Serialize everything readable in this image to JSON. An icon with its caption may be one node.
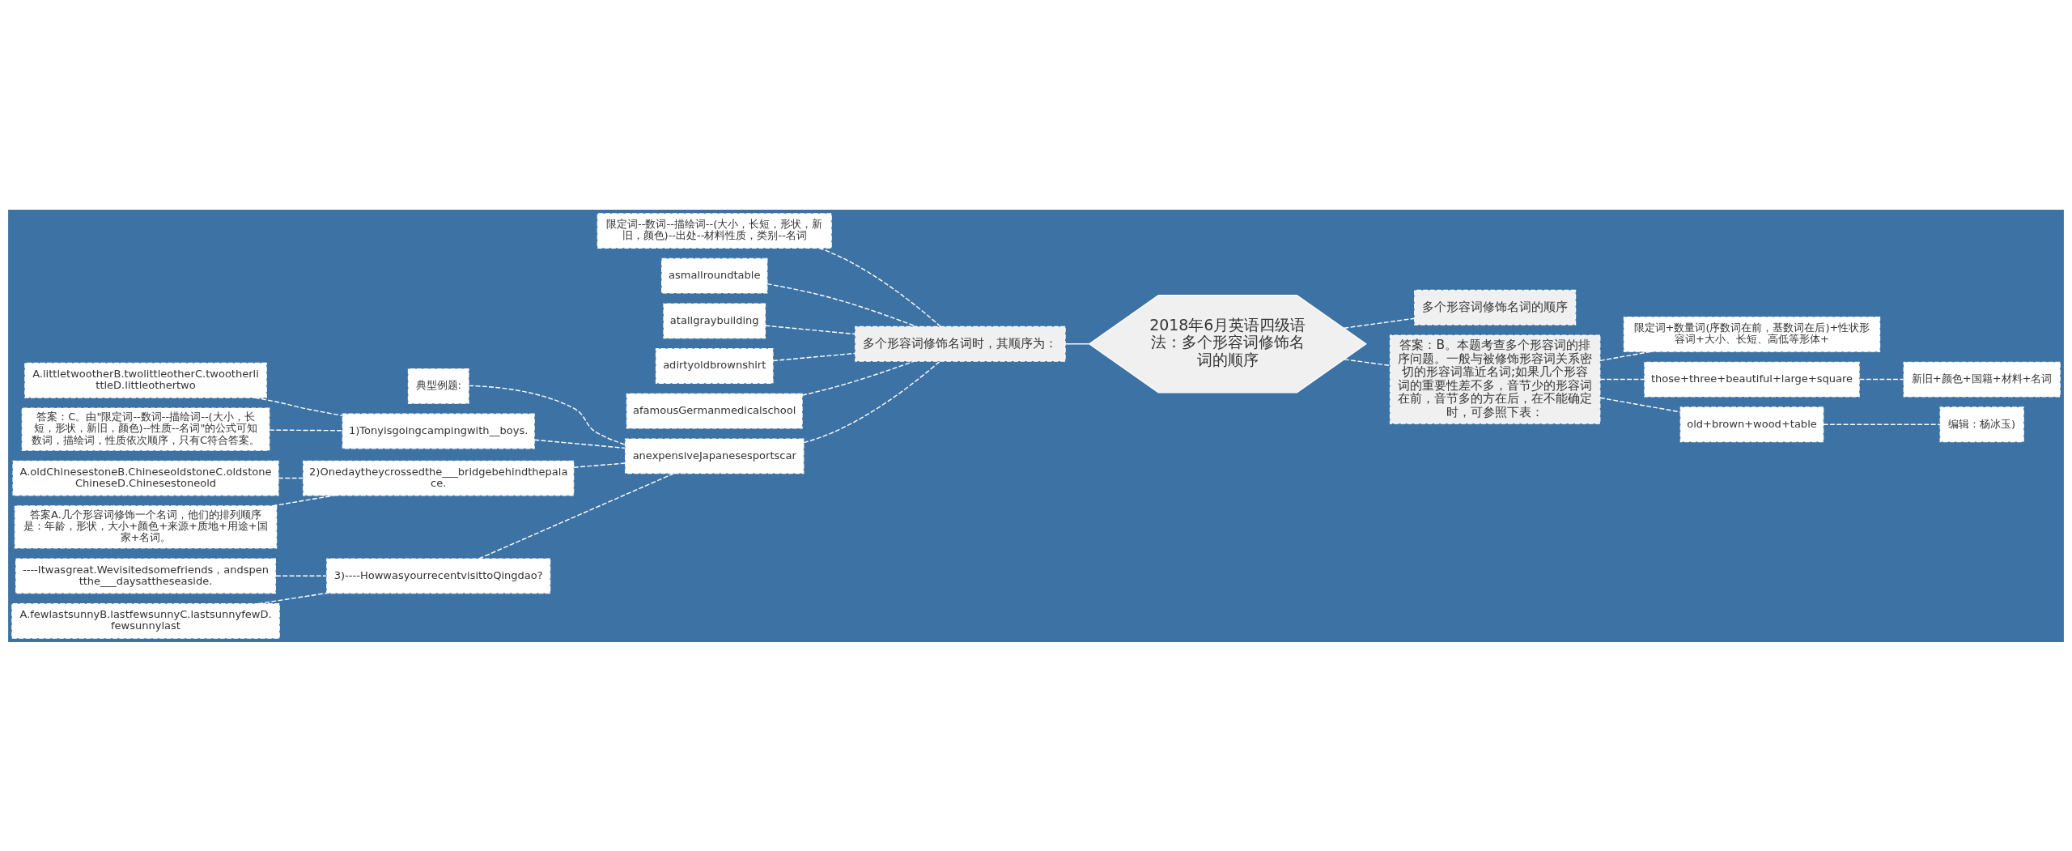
{
  "diagram": {
    "nodes": [
      {
        "text": [
          "2018年6月英语四级语法：多个形容词修饰名词的顺序"
        ]
      },
      {
        "text": [
          "多个形容词修饰名词时，其顺序为："
        ]
      },
      {
        "text": [
          "限定词--数词--描绘词--(大小，长短，形状，新旧，颜色)--出处--材料性质，类别--名词"
        ]
      },
      {
        "text": [
          "asmallroundtable"
        ]
      },
      {
        "text": [
          "atallgraybuilding"
        ]
      },
      {
        "text": [
          "adirtyoldbrownshirt"
        ]
      },
      {
        "text": [
          "afamousGermanmedicalschool"
        ]
      },
      {
        "text": [
          "anexpensiveJapanesesportscar"
        ]
      },
      {
        "text": [
          "典型例题:"
        ]
      },
      {
        "text": [
          "1)Tonyisgoingcampingwith__boys."
        ]
      },
      {
        "text": [
          "A.littletwootherB.twolittleotherC.twootherlittleD.littleothertwo"
        ]
      },
      {
        "text": [
          "答案：C。由\"限定词--数词--描绘词--(大小，长短，形状，新旧，颜色)--性质--名词\"的公式可知数词，描绘词，性质依次顺序，只有C符合答案。"
        ]
      },
      {
        "text": [
          "2)Onedaytheycrossedthe___bridgebehindthepalace."
        ]
      },
      {
        "text": [
          "A.oldChinesestoneB.ChineseoldstoneC.oldstoneChineseD.Chinesestoneold"
        ]
      },
      {
        "text": [
          "答案A.几个形容词修饰一个名词，他们的排列顺序是：年龄，形状，大小+颜色+来源+质地+用途+国家+名词。"
        ]
      },
      {
        "text": [
          "3)----HowwasyourrecentvisittoQingdao?"
        ]
      },
      {
        "text": [
          "----Itwasgreat.Wevisitedsomefriends，andspentthe___daysattheseaside."
        ]
      },
      {
        "text": [
          "A.fewlastsunnyB.lastfewsunnyC.lastsunnyfewD.fewsunnylast"
        ]
      },
      {
        "text": [
          "多个形容词修饰名词的顺序"
        ]
      },
      {
        "text": [
          "答案：B。本题考查多个形容词的排序问题。一般与被修饰形容词关系密切的形容词靠近名词;如果几个形容词的重要性差不多，音节少的形容词在前，音节多的方在后，在不能确定时，可参照下表："
        ]
      },
      {
        "text": [
          "限定词+数量词(序数词在前，基数词在后)+性状形容词+大小、长短、高低等形体+"
        ]
      },
      {
        "text": [
          "those+three+beautiful+large+square"
        ]
      },
      {
        "text": [
          "新旧+颜色+国籍+材料+名词"
        ]
      },
      {
        "text": [
          "old+brown+wood+table"
        ]
      },
      {
        "text": [
          "编辑：杨冰玉)"
        ]
      }
    ],
    "edges": [
      {
        "from": 0,
        "to": 1,
        "arrow": "none"
      },
      {
        "from": 1,
        "to": 2,
        "arrow": "none",
        "style": "dashed"
      },
      {
        "from": 1,
        "to": 3,
        "arrow": "none",
        "style": "dashed"
      },
      {
        "from": 1,
        "to": 4,
        "arrow": "none",
        "style": "dashed"
      },
      {
        "from": 1,
        "to": 5,
        "arrow": "none",
        "style": "dashed"
      },
      {
        "from": 1,
        "to": 6,
        "arrow": "none",
        "style": "dashed"
      },
      {
        "from": 1,
        "to": 7,
        "arrow": "none",
        "style": "dashed"
      },
      {
        "from": 7,
        "to": 8,
        "arrow": "none",
        "style": "dashed"
      },
      {
        "from": 7,
        "to": 9,
        "arrow": "none",
        "style": "dashed"
      },
      {
        "from": 9,
        "to": 10,
        "arrow": "none",
        "style": "dashed"
      },
      {
        "from": 9,
        "to": 11,
        "arrow": "none",
        "style": "dashed"
      },
      {
        "from": 7,
        "to": 12,
        "arrow": "none",
        "style": "dashed"
      },
      {
        "from": 12,
        "to": 13,
        "arrow": "none",
        "style": "dashed"
      },
      {
        "from": 12,
        "to": 14,
        "arrow": "none",
        "style": "dashed"
      },
      {
        "from": 7,
        "to": 15,
        "arrow": "none",
        "style": "dashed"
      },
      {
        "from": 15,
        "to": 16,
        "arrow": "none",
        "style": "dashed"
      },
      {
        "from": 15,
        "to": 17,
        "arrow": "none",
        "style": "dashed"
      },
      {
        "from": 0,
        "to": 18,
        "arrow": "none",
        "style": "dashed"
      },
      {
        "from": 0,
        "to": 19,
        "arrow": "none",
        "style": "dashed"
      },
      {
        "from": 19,
        "to": 20,
        "arrow": "none",
        "style": "dashed"
      },
      {
        "from": 19,
        "to": 21,
        "arrow": "none",
        "style": "dashed"
      },
      {
        "from": 21,
        "to": 22,
        "arrow": "none",
        "style": "dashed"
      },
      {
        "from": 19,
        "to": 23,
        "arrow": "none",
        "style": "dashed"
      },
      {
        "from": 23,
        "to": 24,
        "arrow": "none",
        "style": "dashed"
      }
    ]
  }
}
